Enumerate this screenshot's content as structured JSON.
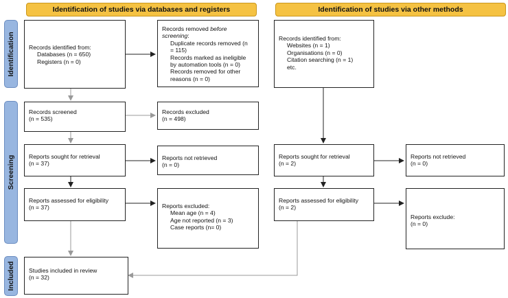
{
  "banners": {
    "left": "Identification of studies via databases and registers",
    "right": "Identification of studies via other methods"
  },
  "side_labels": {
    "identification": "Identification",
    "screening": "Screening",
    "included": "Included"
  },
  "db": {
    "identified": {
      "title": "Records identified from:",
      "databases": "Databases (n = 650)",
      "registers": "Registers (n = 0)"
    },
    "removed": {
      "title_a": "Records removed ",
      "title_b": "before",
      "title_c": "screening",
      "title_d": ":",
      "dup_1": "Duplicate records removed (n",
      "dup_2": "= 115)",
      "inel_1": "Records marked as ineligible",
      "inel_2": "by automation tools (n = 0)",
      "other_1": "Records removed for other",
      "other_2": "reasons (n = 0)"
    },
    "screened": {
      "title": "Records screened",
      "n": "(n = 535)"
    },
    "excluded": {
      "title": "Records excluded",
      "n": "(n = 498)"
    },
    "sought": {
      "title": "Reports sought for retrieval",
      "n": "(n = 37)"
    },
    "not_retrieved": {
      "title": "Reports not retrieved",
      "n": "(n = 0)"
    },
    "assessed": {
      "title": "Reports assessed for eligibility",
      "n": "(n = 37)"
    },
    "reports_excluded": {
      "title": "Reports excluded:",
      "mean_age": "Mean age (n = 4)",
      "age_not_reported": "Age not reported (n = 3)",
      "case_reports": "Case reports (n= 0)"
    },
    "included": {
      "title": "Studies included in review",
      "n": "(n = 32)"
    }
  },
  "other": {
    "identified": {
      "title": "Records identified from:",
      "websites": "Websites (n = 1)",
      "organisations": "Organisations (n = 0)",
      "citation": "Citation searching (n = 1)",
      "etc": "etc."
    },
    "sought": {
      "title": "Reports sought for retrieval",
      "n": "(n = 2)"
    },
    "not_retrieved": {
      "title": "Reports not retrieved",
      "n": "(n = 0)"
    },
    "assessed": {
      "title": "Reports assessed for eligibility",
      "n": "(n = 2)"
    },
    "excluded": {
      "title": "Reports exclude:",
      "n": "(n = 0)"
    }
  }
}
